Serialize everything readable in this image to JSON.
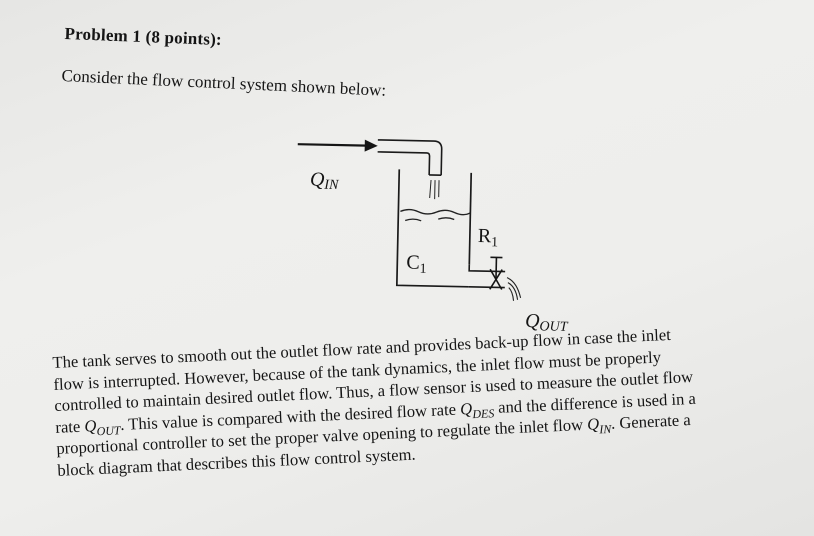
{
  "problem": {
    "title": "Problem 1 (8 points):",
    "intro": "Consider the flow control system shown below:"
  },
  "diagram": {
    "inflow_label_main": "Q",
    "inflow_label_sub": "IN",
    "resistance_label_main": "R",
    "resistance_label_sub": "1",
    "capacitance_label_main": "C",
    "capacitance_label_sub": "1",
    "outflow_label_main": "Q",
    "outflow_label_sub": "OUT"
  },
  "body": {
    "l1": "The tank serves to smooth out the outlet flow rate and provides back-up flow in case the inlet",
    "l2": "flow is interrupted. However, because of the tank dynamics, the inlet flow must be properly",
    "l3": "controlled to maintain desired outlet flow. Thus, a flow sensor is used to measure the outlet flow",
    "l4a": "rate",
    "q_out_main": "Q",
    "q_out_sub": "OUT",
    "l4b": ". This value is compared with the desired flow rate",
    "q_des_main": "Q",
    "q_des_sub": "DES",
    "l4c": "and the difference is used in a",
    "l5a": "proportional controller to set the proper valve opening to regulate the inlet flow",
    "q_in_main": "Q",
    "q_in_sub": "IN",
    "l5b": ". Generate a",
    "l6": "block diagram that describes this flow control system."
  }
}
